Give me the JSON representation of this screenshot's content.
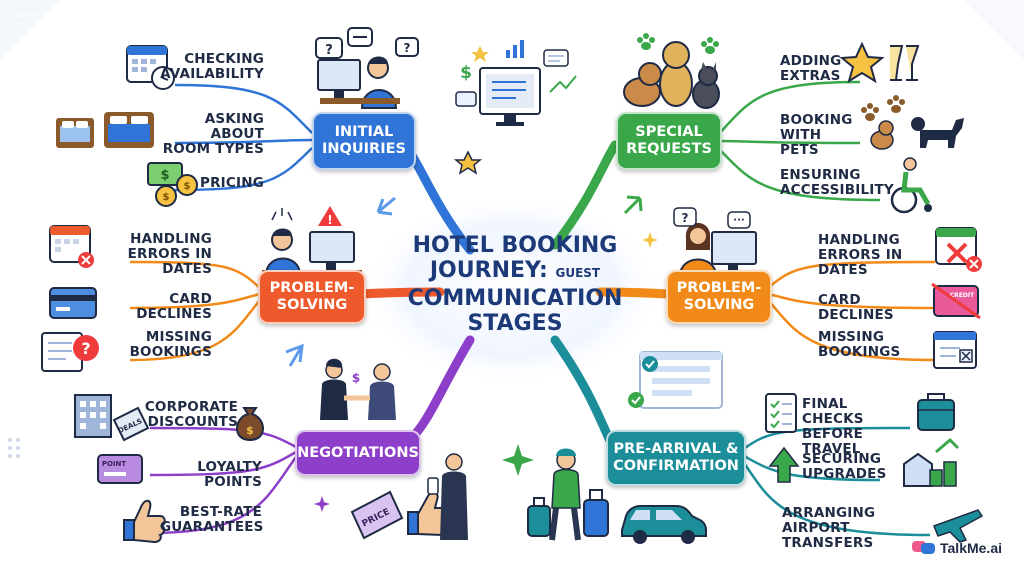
{
  "title": {
    "line1": "HOTEL BOOKING",
    "line2a": "JOURNEY:",
    "line2b": "GUEST",
    "line3": "COMMUNICATION",
    "line4": "STAGES"
  },
  "branches": [
    {
      "id": "initial",
      "label_lines": [
        "INITIAL",
        "INQUIRIES"
      ],
      "color": "#2f74d6",
      "items": [
        [
          "CHECKING",
          "AVAILABILITY"
        ],
        [
          "ASKING ABOUT",
          "ROOM TYPES"
        ],
        [
          "PRICING"
        ]
      ]
    },
    {
      "id": "problem-left",
      "label_lines": [
        "PROBLEM-",
        "SOLVING"
      ],
      "color": "#ef5a2c",
      "items": [
        [
          "HANDLING",
          "ERRORS IN DATES"
        ],
        [
          "CARD DECLINES"
        ],
        [
          "MISSING",
          "BOOKINGS"
        ]
      ]
    },
    {
      "id": "negotiations",
      "label_lines": [
        "NEGOTIATIONS"
      ],
      "color": "#8e3fc9",
      "items": [
        [
          "CORPORATE",
          "DISCOUNTS"
        ],
        [
          "LOYALTY POINTS"
        ],
        [
          "BEST-RATE",
          "GUARANTEES"
        ]
      ]
    },
    {
      "id": "special",
      "label_lines": [
        "SPECIAL",
        "REQUESTS"
      ],
      "color": "#3aa84a",
      "items": [
        [
          "ADDING",
          "EXTRAS"
        ],
        [
          "BOOKING",
          "WITH PETS"
        ],
        [
          "ENSURING",
          "ACCESSIBILITY"
        ]
      ]
    },
    {
      "id": "problem-right",
      "label_lines": [
        "PROBLEM-",
        "SOLVING"
      ],
      "color": "#f28a1a",
      "items": [
        [
          "HANDLING",
          "ERRORS IN DATES"
        ],
        [
          "CARD DECLINES"
        ],
        [
          "MISSING",
          "BOOKINGS"
        ]
      ]
    },
    {
      "id": "prearrival",
      "label_lines": [
        "PRE-ARRIVAL &",
        "CONFIRMATION"
      ],
      "color": "#1b8e9a",
      "items": [
        [
          "FINAL CHECKS",
          "BEFORE TRAVEL"
        ],
        [
          "SECURING",
          "UPGRADES"
        ],
        [
          "ARRANGING AIRPORT",
          "TRANSFERS"
        ]
      ]
    }
  ],
  "icon_texts": {
    "deals": "DEALS",
    "point": "POINT",
    "price": "PRICE",
    "credit": "CREDIT"
  },
  "brand": {
    "name": "TalkMe.ai"
  }
}
